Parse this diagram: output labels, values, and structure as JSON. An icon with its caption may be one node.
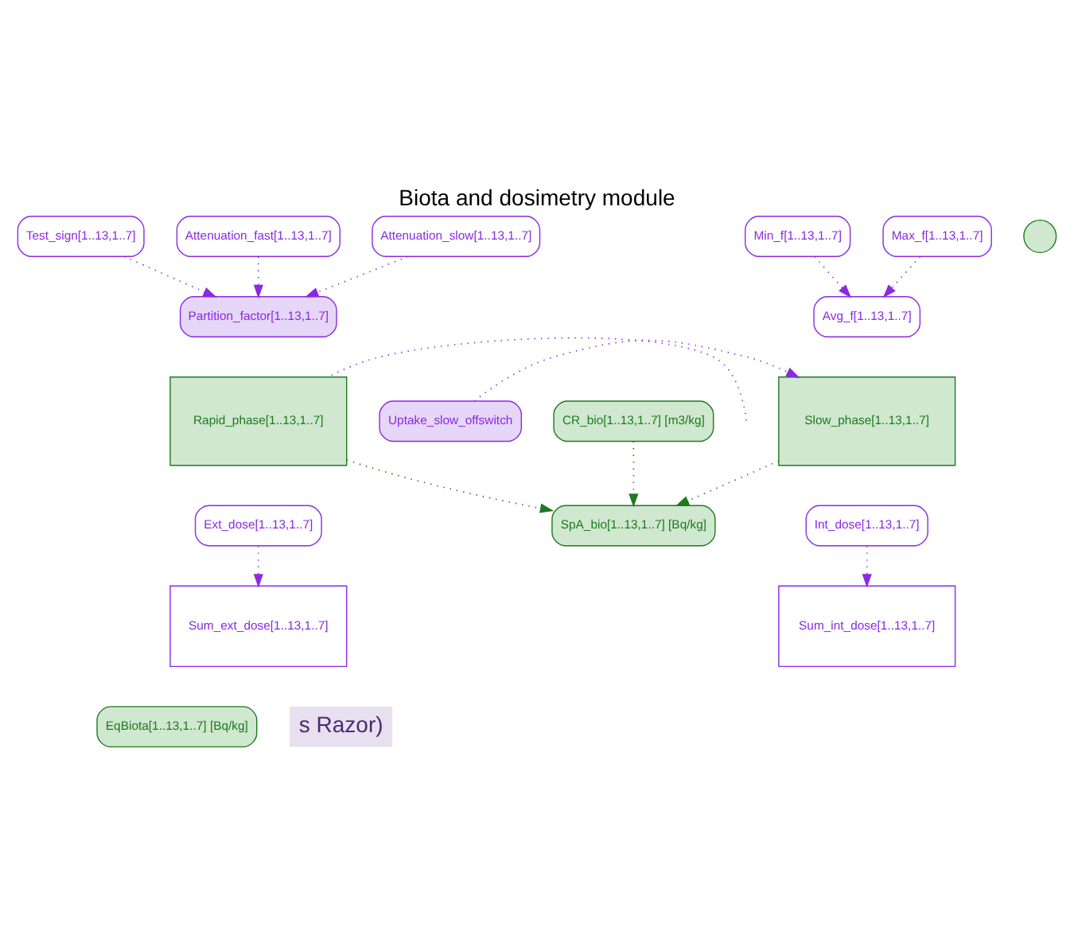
{
  "diagram": {
    "title": "Biota and dosimetry module",
    "nodes": [
      {
        "text": [
          "Test_sign[1..13,1..7]"
        ]
      },
      {
        "text": [
          "Attenuation_fast[1..13,1..7]"
        ]
      },
      {
        "text": [
          "Partition_factor[1..13,1..7]"
        ]
      },
      {
        "text": [
          "Min_f[1..13,1..7]"
        ]
      },
      {
        "text": [
          "Avg_f[1..13,1..7]"
        ]
      },
      {
        "text": [
          "Attenuation_slow[1..13,1..7]"
        ]
      },
      {
        "text": [
          "Max_f[1..13,1..7]"
        ]
      },
      {
        "text": [
          "SpA_bio[1..13,1..7] [Bq/kg]"
        ]
      },
      {
        "text": [
          "Rapid_phase[1..13,1..7]"
        ]
      },
      {
        "text": [
          "Slow_phase[1..13,1..7]"
        ]
      },
      {
        "text": [
          "CR_bio[1..13,1..7] [m3/kg]"
        ]
      },
      {
        "text": [],
        "shape": "circle"
      },
      {
        "text": [
          "Ext_dose[1..13,1..7]"
        ]
      },
      {
        "text": [
          "Int_dose[1..13,1..7]"
        ]
      },
      {
        "text": [
          "Uptake_slow_offswitch"
        ]
      },
      {
        "text": [
          "Sum_ext_dose[1..13,1..7]"
        ]
      },
      {
        "text": [
          "Sum_int_dose[1..13,1..7]"
        ]
      },
      {
        "text": [
          "EqBiota[1..13,1..7] [Bq/kg]"
        ]
      }
    ],
    "edges": [
      {
        "from": 0,
        "to": 2,
        "arrow": "to",
        "style": "dashed"
      },
      {
        "from": 1,
        "to": 2,
        "arrow": "to",
        "style": "dashed"
      },
      {
        "from": 5,
        "to": 2,
        "arrow": "to",
        "style": "dashed"
      },
      {
        "from": 3,
        "to": 4,
        "arrow": "to",
        "style": "dashed"
      },
      {
        "from": 6,
        "to": 4,
        "arrow": "to",
        "style": "dashed"
      },
      {
        "from": 8,
        "to": 7,
        "arrow": "to",
        "style": "dashed",
        "color": "#1f7a1f"
      },
      {
        "from": 9,
        "to": 7,
        "arrow": "to",
        "style": "dashed",
        "color": "#1f7a1f"
      },
      {
        "from": 10,
        "to": 7,
        "arrow": "to",
        "style": "dashed",
        "color": "#1f7a1f"
      },
      {
        "from": null,
        "to": 8,
        "arrow": "none",
        "style": "dashed"
      },
      {
        "from": 14,
        "to": 9,
        "arrow": "to",
        "style": "dashed"
      },
      {
        "from": 12,
        "to": 15,
        "arrow": "to",
        "style": "dashed"
      },
      {
        "from": 13,
        "to": 16,
        "arrow": "to",
        "style": "dashed"
      }
    ],
    "labels": [
      "s Razor)"
    ]
  }
}
